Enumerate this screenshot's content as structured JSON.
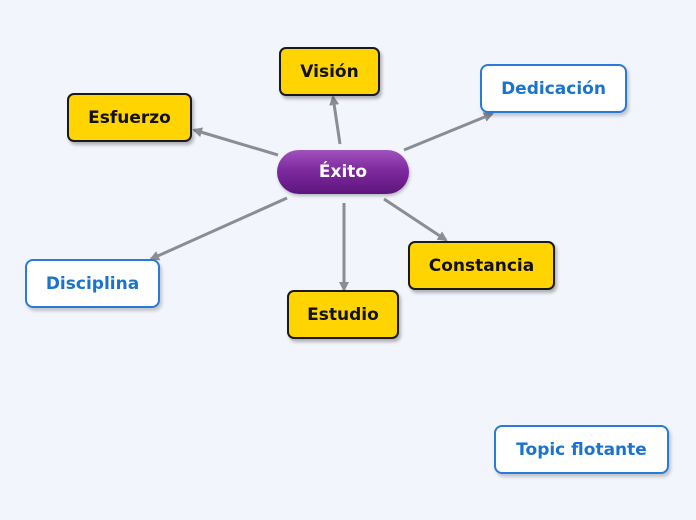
{
  "central_topic": {
    "label": "Éxito"
  },
  "topics": [
    {
      "id": "vision",
      "label": "Visión",
      "style": "yellow"
    },
    {
      "id": "esfuerzo",
      "label": "Esfuerzo",
      "style": "yellow"
    },
    {
      "id": "dedicacion",
      "label": "Dedicación",
      "style": "white"
    },
    {
      "id": "disciplina",
      "label": "Disciplina",
      "style": "white"
    },
    {
      "id": "estudio",
      "label": "Estudio",
      "style": "yellow"
    },
    {
      "id": "constancia",
      "label": "Constancia",
      "style": "yellow"
    }
  ],
  "floating_topic": {
    "label": "Topic flotante"
  },
  "colors": {
    "background": "#f3f5fd",
    "connector": "#8a8d94",
    "central_fill": "#7e2a9e",
    "yellow_fill": "#ffd400",
    "white_border": "#2a7ad9",
    "white_text": "#1a73cc"
  }
}
